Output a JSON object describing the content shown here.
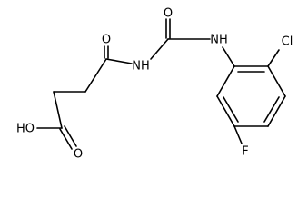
{
  "molecule": {
    "atoms": {
      "carbonyl_o_amide": "O",
      "carbonyl_o_urea": "O",
      "imide_nh": "NH",
      "aniline_nh": "NH",
      "chlorine": "Cl",
      "hydroxyl": "HO",
      "acid_carbonyl_o": "O",
      "fluorine": "F"
    }
  }
}
